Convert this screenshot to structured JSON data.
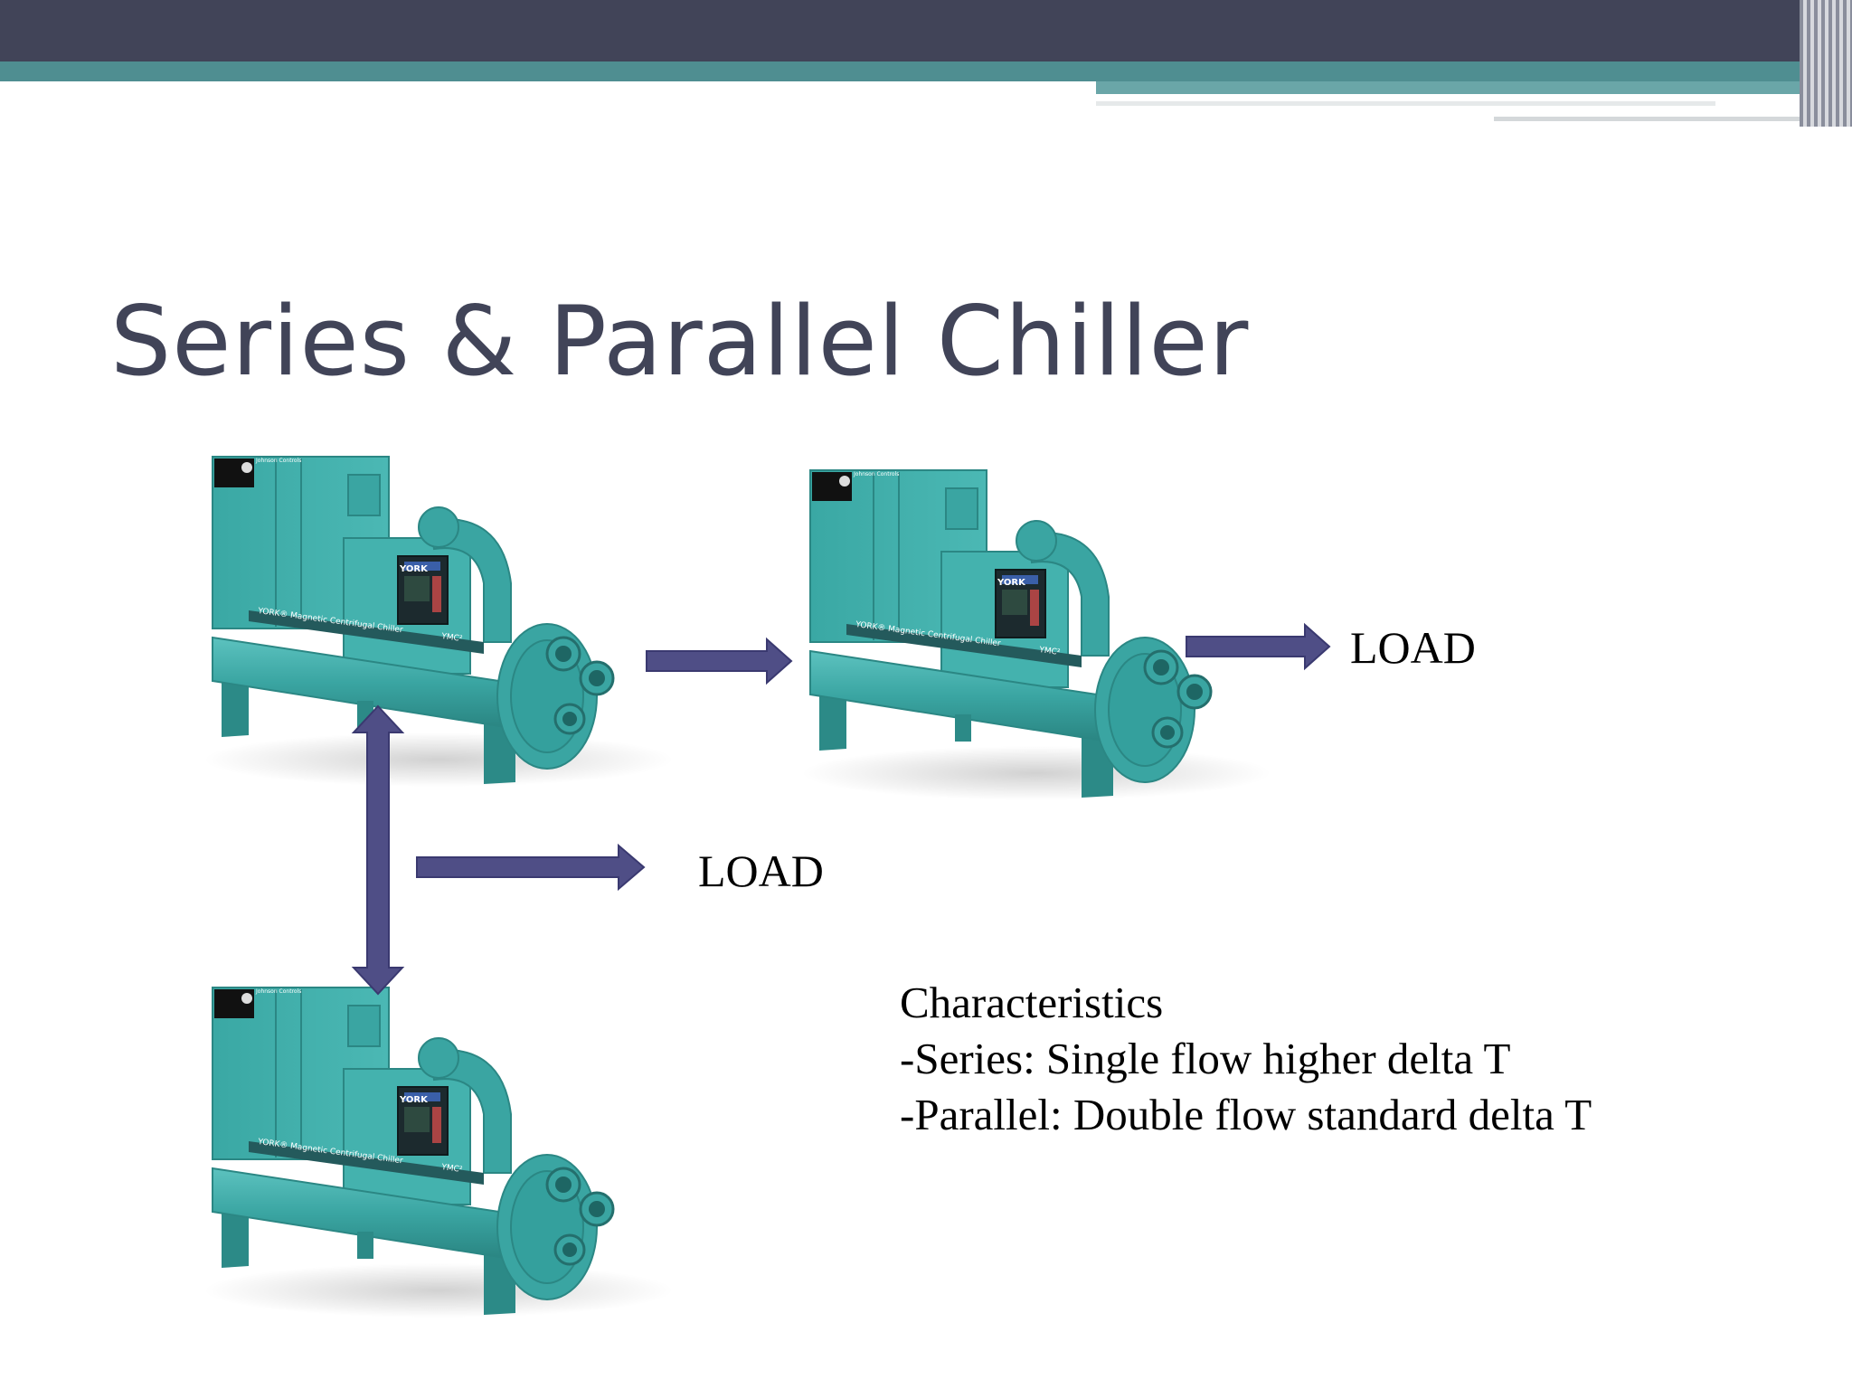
{
  "title": "Series & Parallel Chiller",
  "load_labels": [
    "LOAD",
    "LOAD"
  ],
  "characteristics": {
    "heading": "Characteristics",
    "lines": [
      "-Series: Single flow higher delta T",
      "-Parallel: Double flow standard delta T"
    ]
  },
  "chiller": {
    "brand": "YORK",
    "maker": "Johnson Controls",
    "caption": "YORK® Magnetic Centrifugal Chiller",
    "model": "YMC²"
  },
  "colors": {
    "header_dark": "#414458",
    "header_teal": "#4f8e91",
    "title": "#414458",
    "arrow": "#4f4e86",
    "chiller_body": "#3aa5a2"
  }
}
